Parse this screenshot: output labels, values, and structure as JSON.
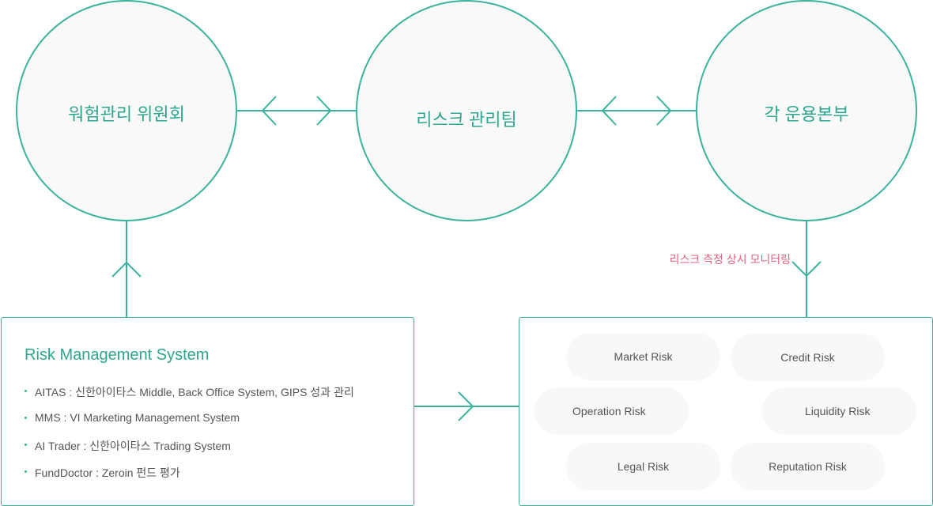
{
  "colors": {
    "accent": "#3bb39c",
    "accent_text": "#2ea58f",
    "highlight": "#e0637f",
    "circle_fill": "#f9f9f9",
    "pill_fill": "#f8f8f8"
  },
  "circles": [
    {
      "label": "워험관리 위원회"
    },
    {
      "label": "리스크 관리팀"
    },
    {
      "label": "각 운용본부"
    }
  ],
  "monitoring_label": "리스크 측정 상시 모니터링",
  "rms": {
    "title": "Risk Management System",
    "items": [
      "AITAS : 신한아이타스 Middle, Back Office System, GIPS 성과 관리",
      "MMS : VI Marketing Management System",
      "AI Trader :  신한아이타스 Trading System",
      "FundDoctor : Zeroin 펀드 평가"
    ]
  },
  "risks": [
    "Market Risk",
    "Credit Risk",
    "Operation Risk",
    "Liquidity Risk",
    "Legal Risk",
    "Reputation Risk"
  ]
}
